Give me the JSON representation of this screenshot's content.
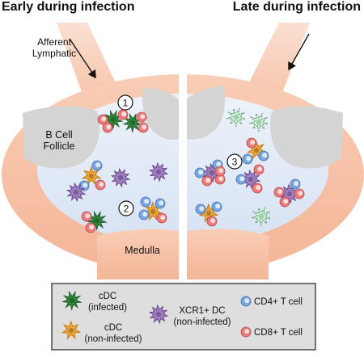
{
  "panels": {
    "early_title": "Early during infection",
    "late_title": "Late during infection"
  },
  "labels": {
    "afferent_1": "Afferent",
    "afferent_2": "Lymphatic",
    "follicle_1": "B Cell",
    "follicle_2": "Follicle",
    "medulla": "Medulla"
  },
  "steps": [
    "1",
    "2",
    "3"
  ],
  "legend": {
    "cdc_infected_1": "cDC",
    "cdc_infected_2": "(infected)",
    "cdc_noninfected_1": "cDC",
    "cdc_noninfected_2": "(non-infected)",
    "xcr1_1": "XCR1+ DC",
    "xcr1_2": "(non-infected)",
    "cd4": "CD4+ T cell",
    "cd8": "CD8+ T cell"
  },
  "colors": {
    "capsule": "#f7c3a8",
    "lumen": "#dfe8f6",
    "follicle": "#d4d4d4",
    "infected_cdc": "#2f8a3a",
    "noninfected_cdc": "#f2a93b",
    "xcr1_dc": "#a27fc4",
    "cd4": "#7aa6de",
    "cd8": "#ec7a7a"
  }
}
